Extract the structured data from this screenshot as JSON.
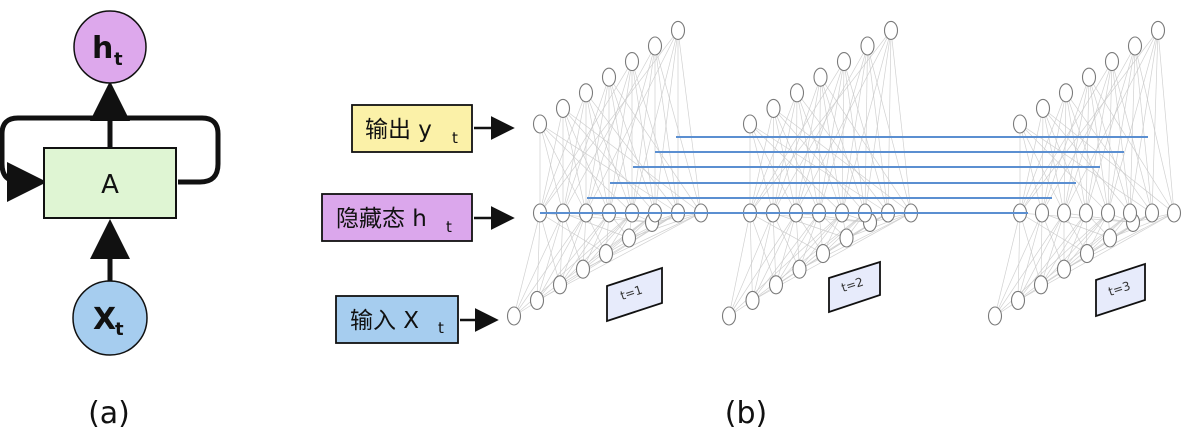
{
  "panel_a": {
    "hidden_label": "h",
    "hidden_sub": "t",
    "cell_label": "A",
    "input_label": "X",
    "input_sub": "t",
    "caption": "(a)"
  },
  "panel_b": {
    "output_label": "输出 y",
    "output_sub": "t",
    "hidden_label": "隐藏态 h",
    "hidden_sub": "t",
    "input_label": "输入 X",
    "input_sub": "t",
    "time_steps": [
      "t=1",
      "t=2",
      "t=3"
    ],
    "caption": "(b)"
  },
  "colors": {
    "hidden_circle": "#dda8ec",
    "cell_box": "#dff5d3",
    "input_circle": "#a6cdef",
    "output_box": "#fbf1a8",
    "hidden_box": "#dba7ec",
    "input_box": "#a6cdef",
    "time_card": "#e7ebfb",
    "recurrent_line": "#5b8fd1",
    "network_edge": "#c9c9c9",
    "neuron_stroke": "#7a7a7a"
  }
}
